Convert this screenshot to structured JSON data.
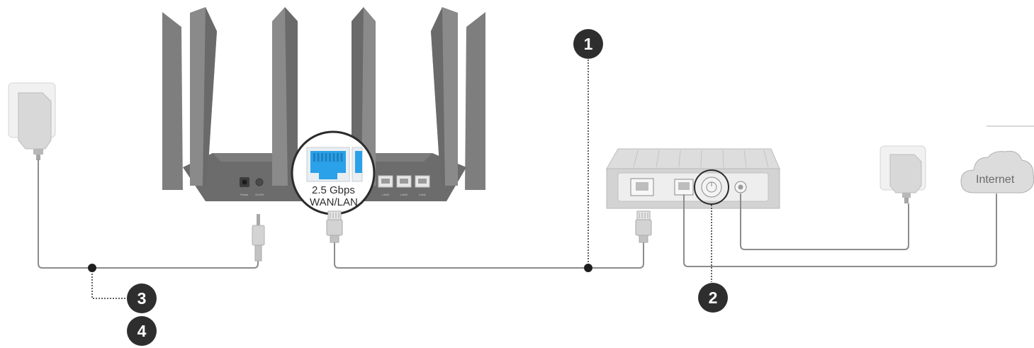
{
  "router": {
    "port_speed": "2.5 Gbps",
    "port_name": "WAN/LAN",
    "power_label": "Power",
    "onoff_label": "On/Off",
    "lan_labels": [
      "LAN3",
      "LAN2",
      "LAN1"
    ]
  },
  "internet_label": "Internet",
  "steps": [
    "1",
    "2",
    "3",
    "4"
  ],
  "colors": {
    "router_body": "#6c6c6c",
    "antenna": "#878787",
    "ethernet_port": "#2aa1e8",
    "step_badge": "#2e2e2e",
    "cable": "#8c8c8c",
    "modem_body": "#d3d3d3"
  }
}
